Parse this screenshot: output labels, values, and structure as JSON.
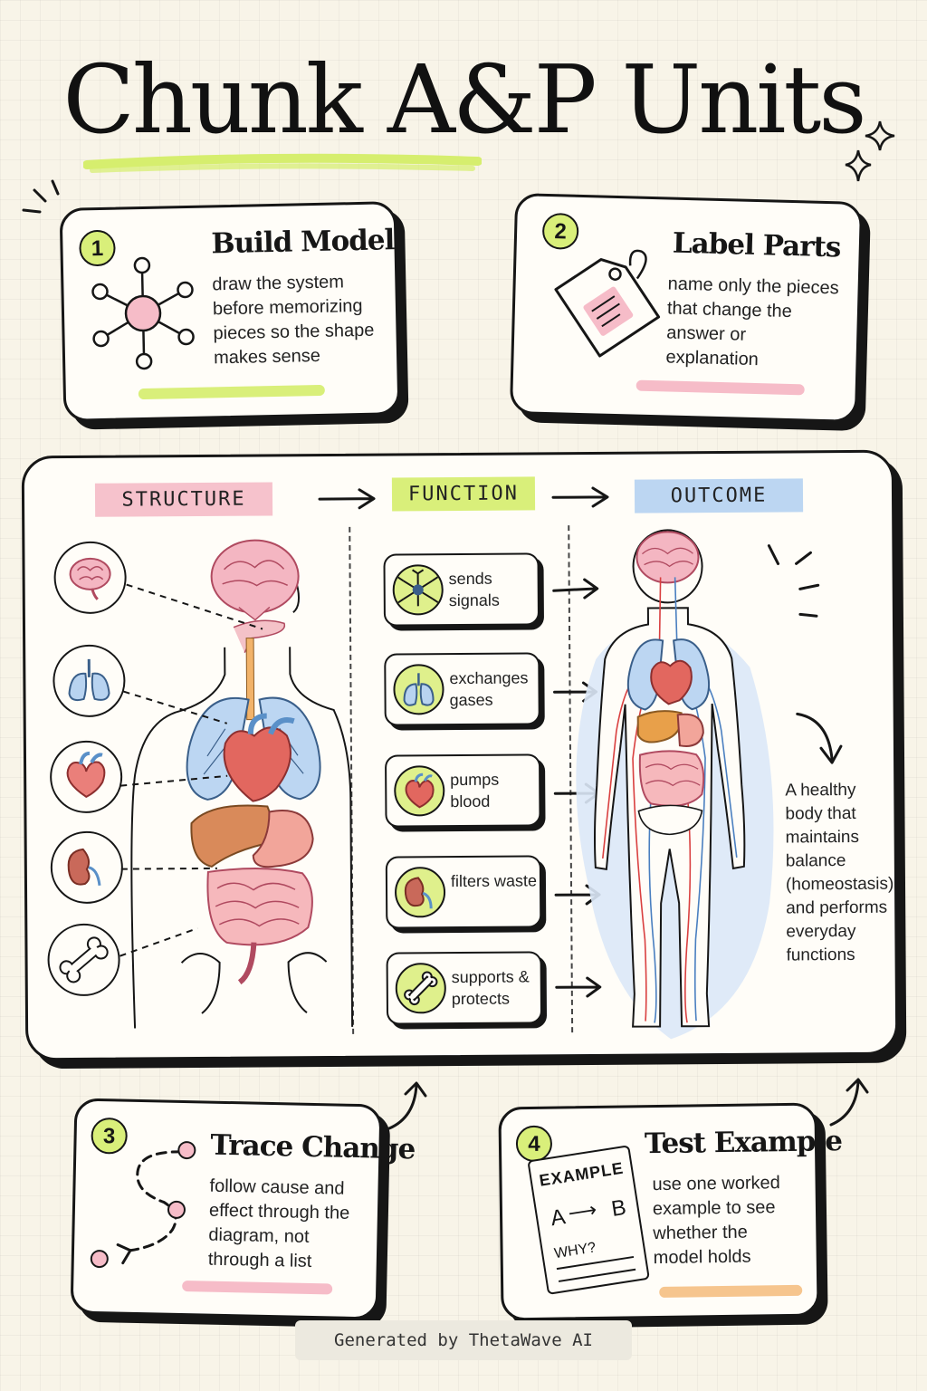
{
  "title": "Chunk A&P Units",
  "steps": [
    {
      "num": "1",
      "title": "Build Model",
      "text": "draw the system before memorizing pieces so the shape makes sense"
    },
    {
      "num": "2",
      "title": "Label Parts",
      "text": "name only the pieces that change the answer or explanation"
    },
    {
      "num": "3",
      "title": "Trace Change",
      "text": "follow cause and effect through the diagram, not through a list"
    },
    {
      "num": "4",
      "title": "Test Example",
      "text": "use one worked example to see whether the model holds"
    }
  ],
  "example_card": {
    "head": "EXAMPLE",
    "a": "A",
    "b": "B",
    "why": "WHY?"
  },
  "columns": {
    "structure": "STRUCTURE",
    "function": "FUNCTION",
    "outcome": "OUTCOME"
  },
  "functions": [
    {
      "label": "sends signals",
      "icon": "neuron-icon"
    },
    {
      "label": "exchanges gases",
      "icon": "lungs-icon"
    },
    {
      "label": "pumps blood",
      "icon": "heart-icon"
    },
    {
      "label": "filters waste",
      "icon": "kidney-icon"
    },
    {
      "label": "supports & protects",
      "icon": "bone-icon"
    }
  ],
  "organs": [
    "brain-icon",
    "lungs-icon",
    "heart-icon",
    "kidney-icon",
    "bone-icon"
  ],
  "outcome_text": "A healthy body that maintains balance (homeostasis) and performs everyday functions",
  "footer": "Generated by ThetaWave AI",
  "colors": {
    "lime": "#d9ef7a",
    "pink": "#f6bcc8",
    "blue": "#bcd6f2",
    "orange": "#f6c58e",
    "ink": "#161616"
  }
}
